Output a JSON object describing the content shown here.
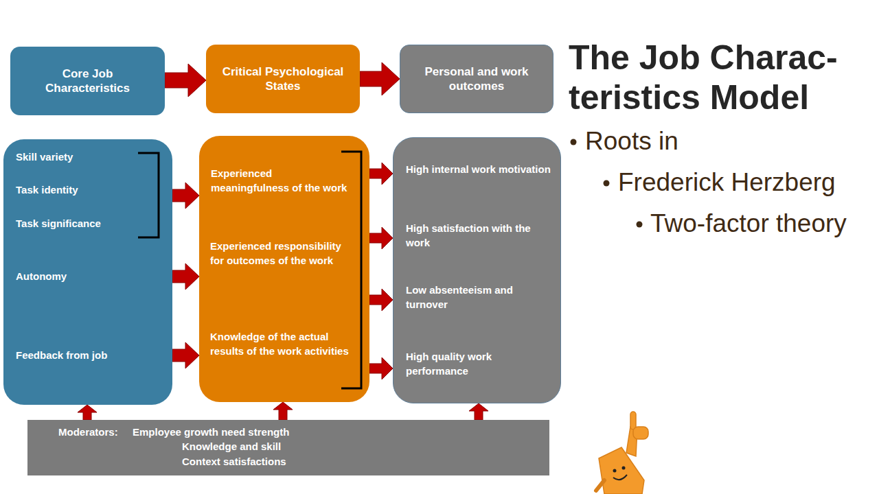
{
  "diagram": {
    "title": "The Job Charac- teristics Model",
    "nodes": [
      {
        "text": [
          "Core Job Characteristics"
        ]
      },
      {
        "text": [
          "Critical Psychological States"
        ]
      },
      {
        "text": [
          "Personal and work outcomes"
        ]
      },
      {
        "text": [
          "Skill variety",
          "Task identity",
          "Task significance",
          "Autonomy",
          "Feedback from job"
        ]
      },
      {
        "text": [
          "Experienced meaningfulness of the work",
          "Experienced responsibility for outcomes of the work",
          "Knowledge of the actual results of the work activities"
        ]
      },
      {
        "text": [
          "High internal work motivation",
          "High satisfaction with the work",
          "Low absenteeism and turnover",
          "High quality work performance"
        ]
      },
      {
        "text": [
          "Moderators:",
          "Employee growth need strength",
          "Knowledge and skill",
          "Context satisfactions"
        ]
      }
    ],
    "edges": [
      {
        "from": 0,
        "to": 1,
        "arrow": "to"
      },
      {
        "from": 1,
        "to": 2,
        "arrow": "to"
      },
      {
        "from": 3,
        "to": 4,
        "arrow": "to"
      },
      {
        "from": 3,
        "to": 4,
        "arrow": "to"
      },
      {
        "from": 3,
        "to": 4,
        "arrow": "to"
      },
      {
        "from": 4,
        "to": 5,
        "arrow": "to"
      },
      {
        "from": 4,
        "to": 5,
        "arrow": "to"
      },
      {
        "from": 4,
        "to": 5,
        "arrow": "to"
      },
      {
        "from": 4,
        "to": 5,
        "arrow": "to"
      },
      {
        "from": 6,
        "to": 3,
        "arrow": "to"
      },
      {
        "from": 6,
        "to": 4,
        "arrow": "to"
      },
      {
        "from": 6,
        "to": 5,
        "arrow": "to"
      }
    ],
    "labels": [
      "Roots in",
      "Frederick Herzberg",
      "Two-factor theory"
    ]
  }
}
